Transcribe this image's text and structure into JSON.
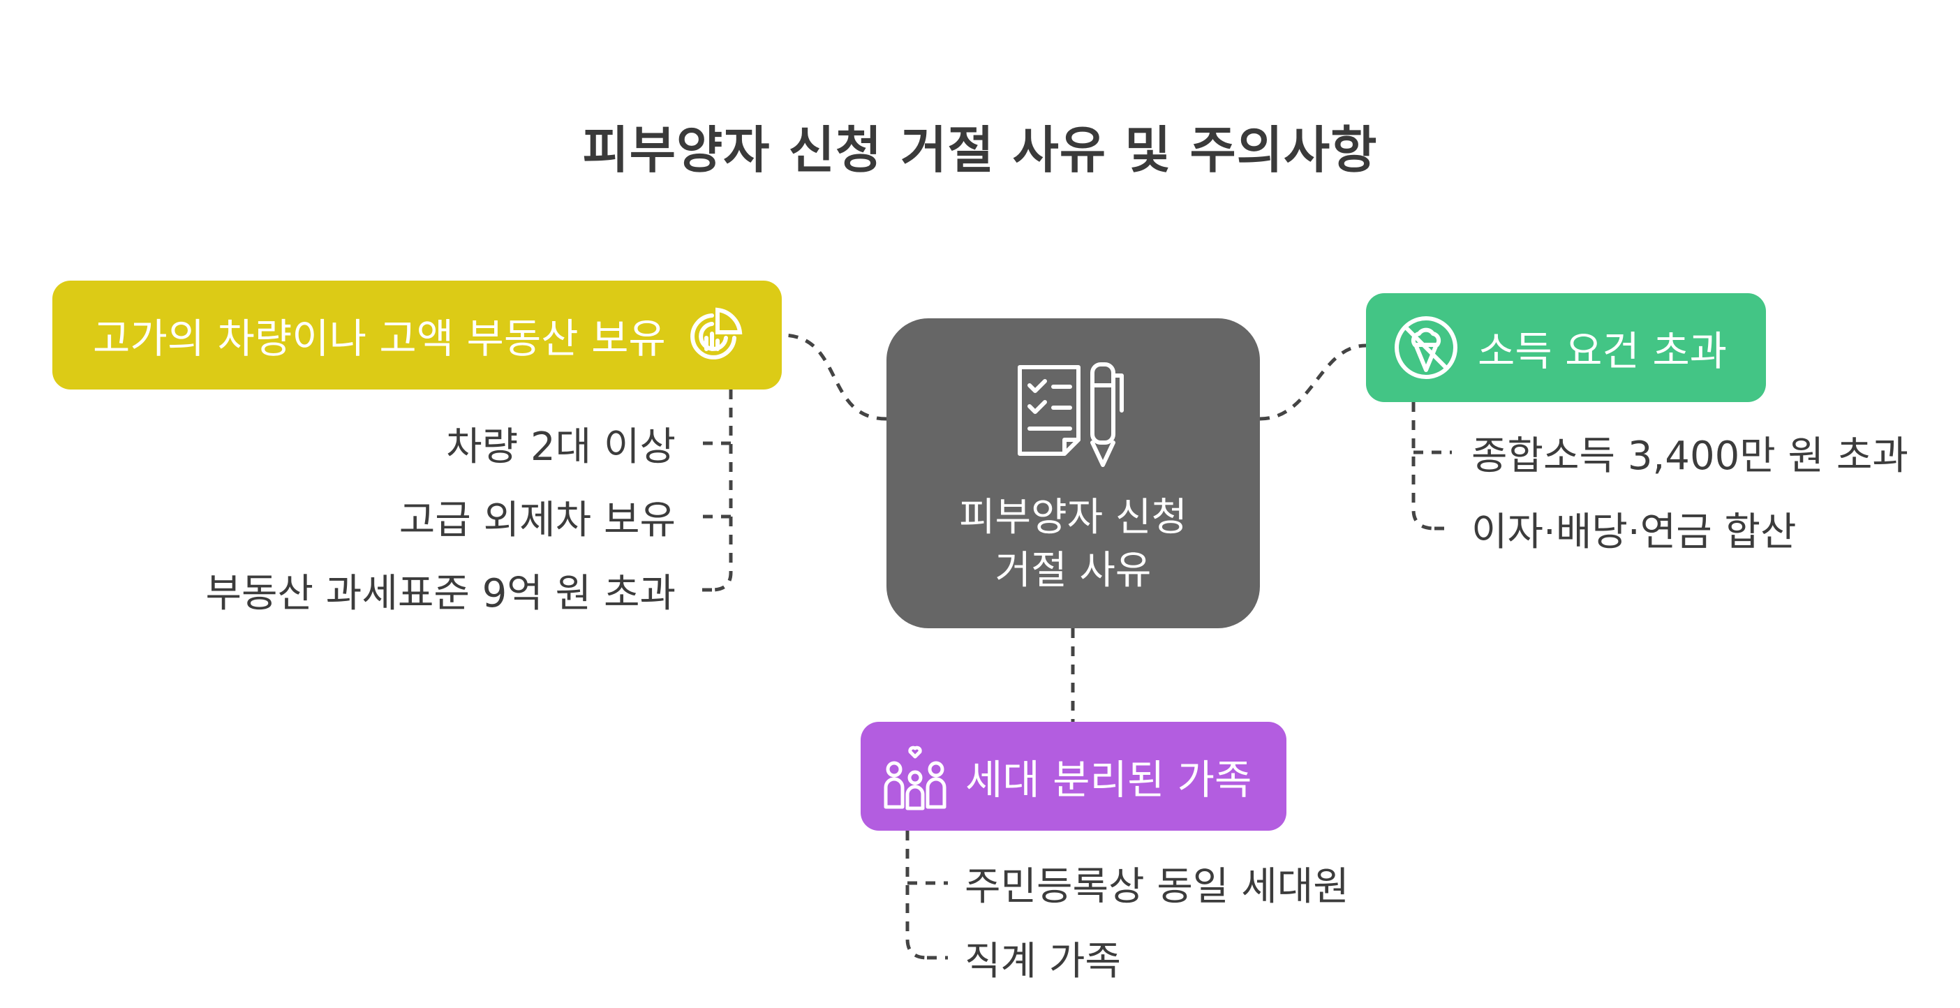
{
  "title": "피부양자 신청 거절 사유 및 주의사항",
  "center": {
    "line1": "피부양자 신청",
    "line2": "거절 사유",
    "icon": "checklist-pen-icon",
    "color": "#666666"
  },
  "branches": {
    "car": {
      "label": "고가의 차량이나 고액 부동산 보유",
      "icon": "pie-chart-icon",
      "color": "#dccb16",
      "items": [
        "차량 2대 이상",
        "고급 외제차 보유",
        "부동산 과세표준 9억 원 초과"
      ]
    },
    "income": {
      "label": "소득 요건 초과",
      "icon": "ice-cream-prohibited-icon",
      "color": "#43c585",
      "items": [
        "종합소득 3,400만 원 초과",
        "이자·배당·연금 합산"
      ]
    },
    "family": {
      "label": "세대 분리된 가족",
      "icon": "family-icon",
      "color": "#b35de0",
      "items": [
        "주민등록상 동일 세대원",
        "직계 가족"
      ]
    }
  },
  "colors": {
    "connector": "#444444",
    "text": "#3c3c3c",
    "title": "#3a3a3a"
  }
}
